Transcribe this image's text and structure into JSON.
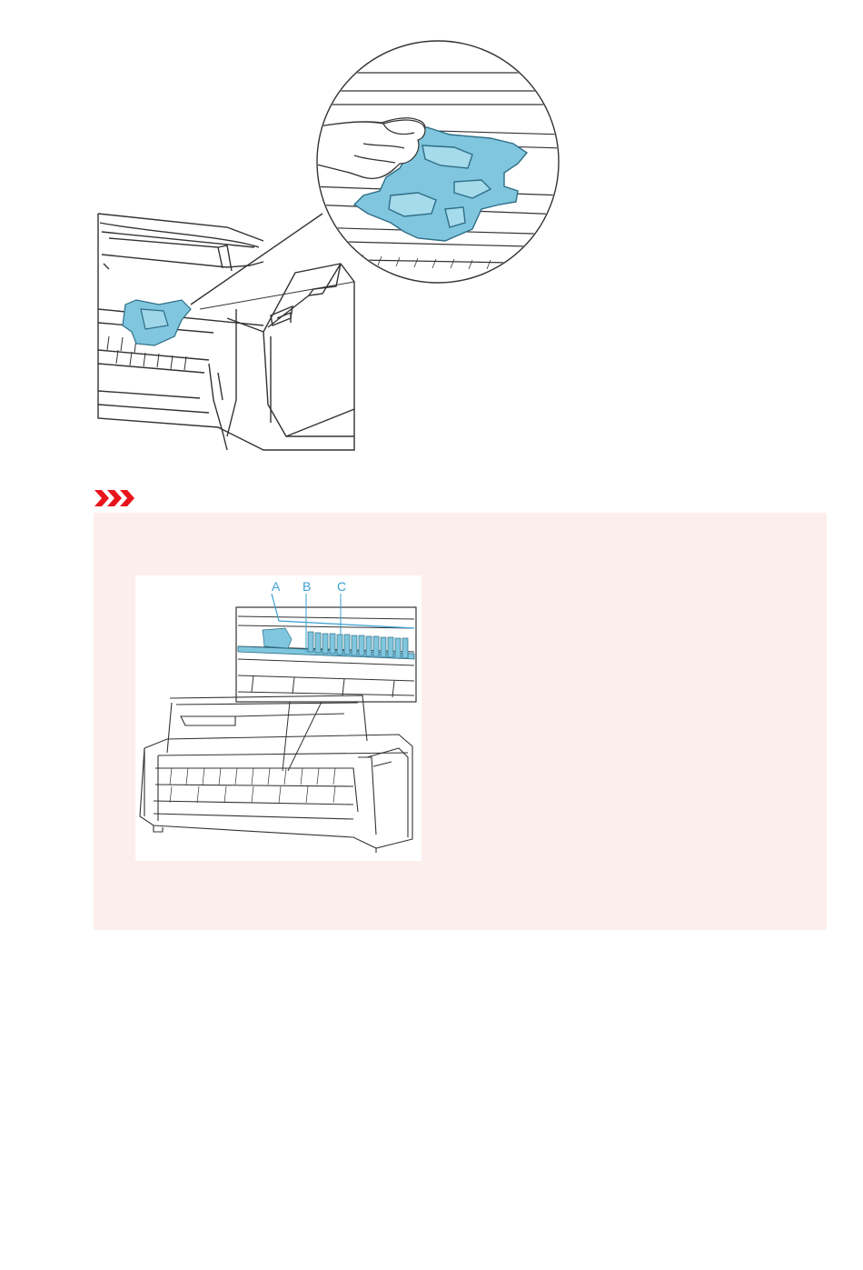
{
  "figure_top": {
    "description_name": "printer-carriage-cleaning-illustration"
  },
  "important": {
    "icon": "important-chevrons-icon",
    "icon_color": "#e8141c",
    "box_color": "#fdeeee",
    "figure": {
      "labels": [
        "A",
        "B",
        "C"
      ],
      "label_color": "#3a9fd0"
    }
  },
  "colors": {
    "line": "#333333",
    "part_blue": "#7fc6de",
    "part_blue_dark": "#2f6e86"
  }
}
